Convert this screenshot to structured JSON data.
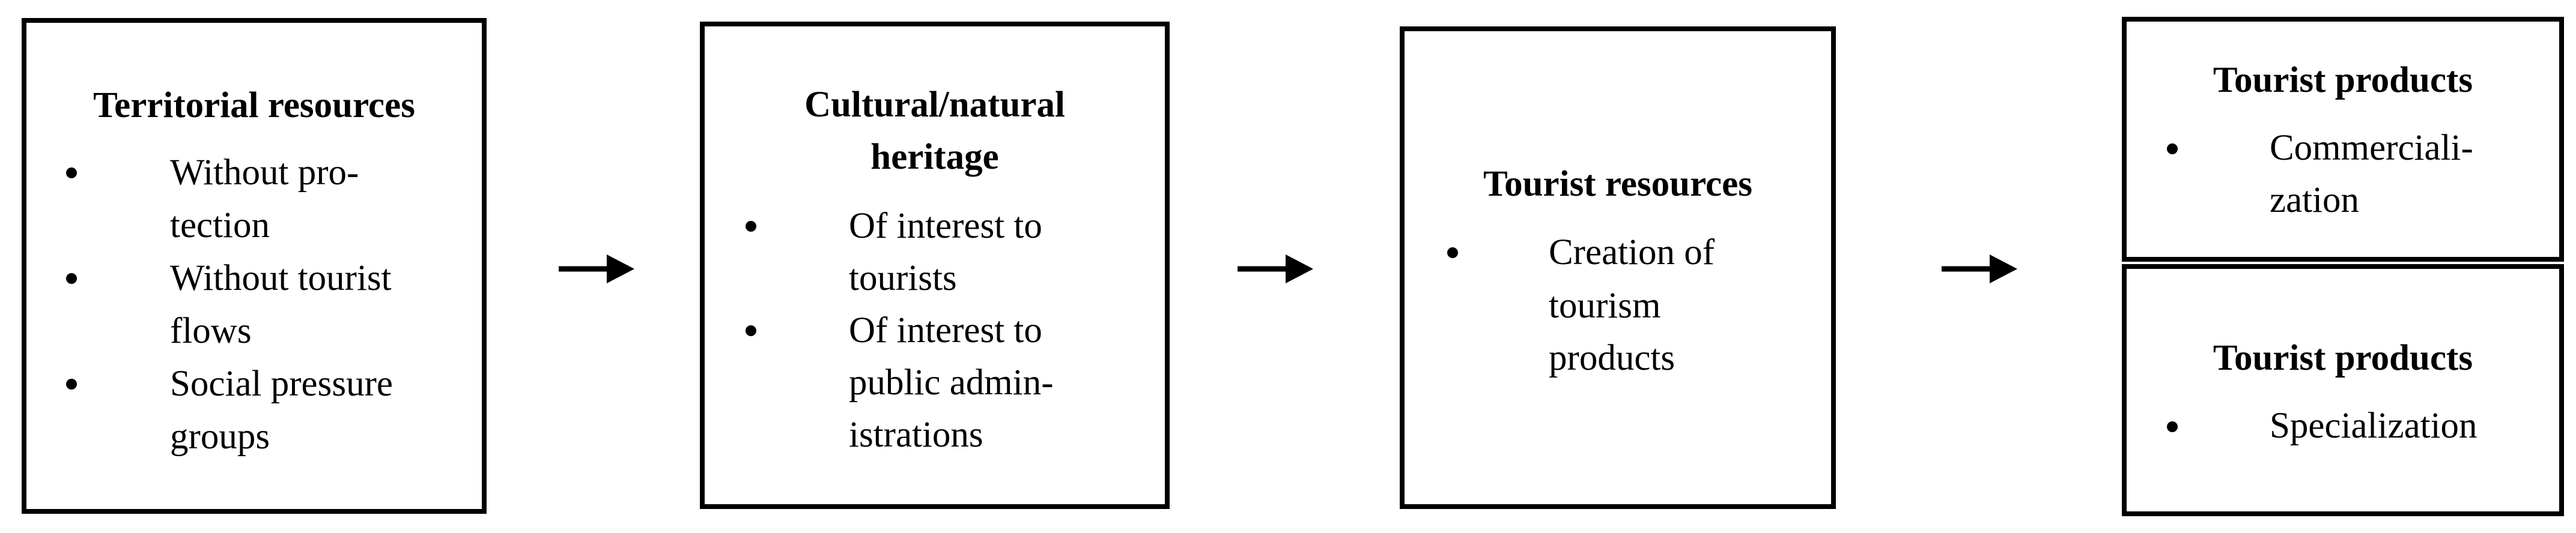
{
  "boxes": [
    {
      "id": "territorial",
      "title": "Territorial resources",
      "items": [
        [
          "Without pro-",
          "tection"
        ],
        [
          "Without tourist",
          "flows"
        ],
        [
          "Social pressure",
          "groups"
        ]
      ]
    },
    {
      "id": "heritage",
      "title_lines": [
        "Cultural/natural",
        "heritage"
      ],
      "items": [
        [
          "Of interest to",
          "tourists"
        ],
        [
          "Of interest to",
          "public admin-",
          "istrations"
        ]
      ]
    },
    {
      "id": "tourist_resources",
      "title": "Tourist resources",
      "items": [
        [
          "Creation of",
          "tourism",
          "products"
        ]
      ]
    },
    {
      "id": "tourist_products_1",
      "title": "Tourist products",
      "items": [
        [
          "Commerciali-",
          "zation"
        ]
      ]
    },
    {
      "id": "tourist_products_2",
      "title": "Tourist products",
      "items": [
        [
          "Specialization"
        ]
      ]
    }
  ]
}
